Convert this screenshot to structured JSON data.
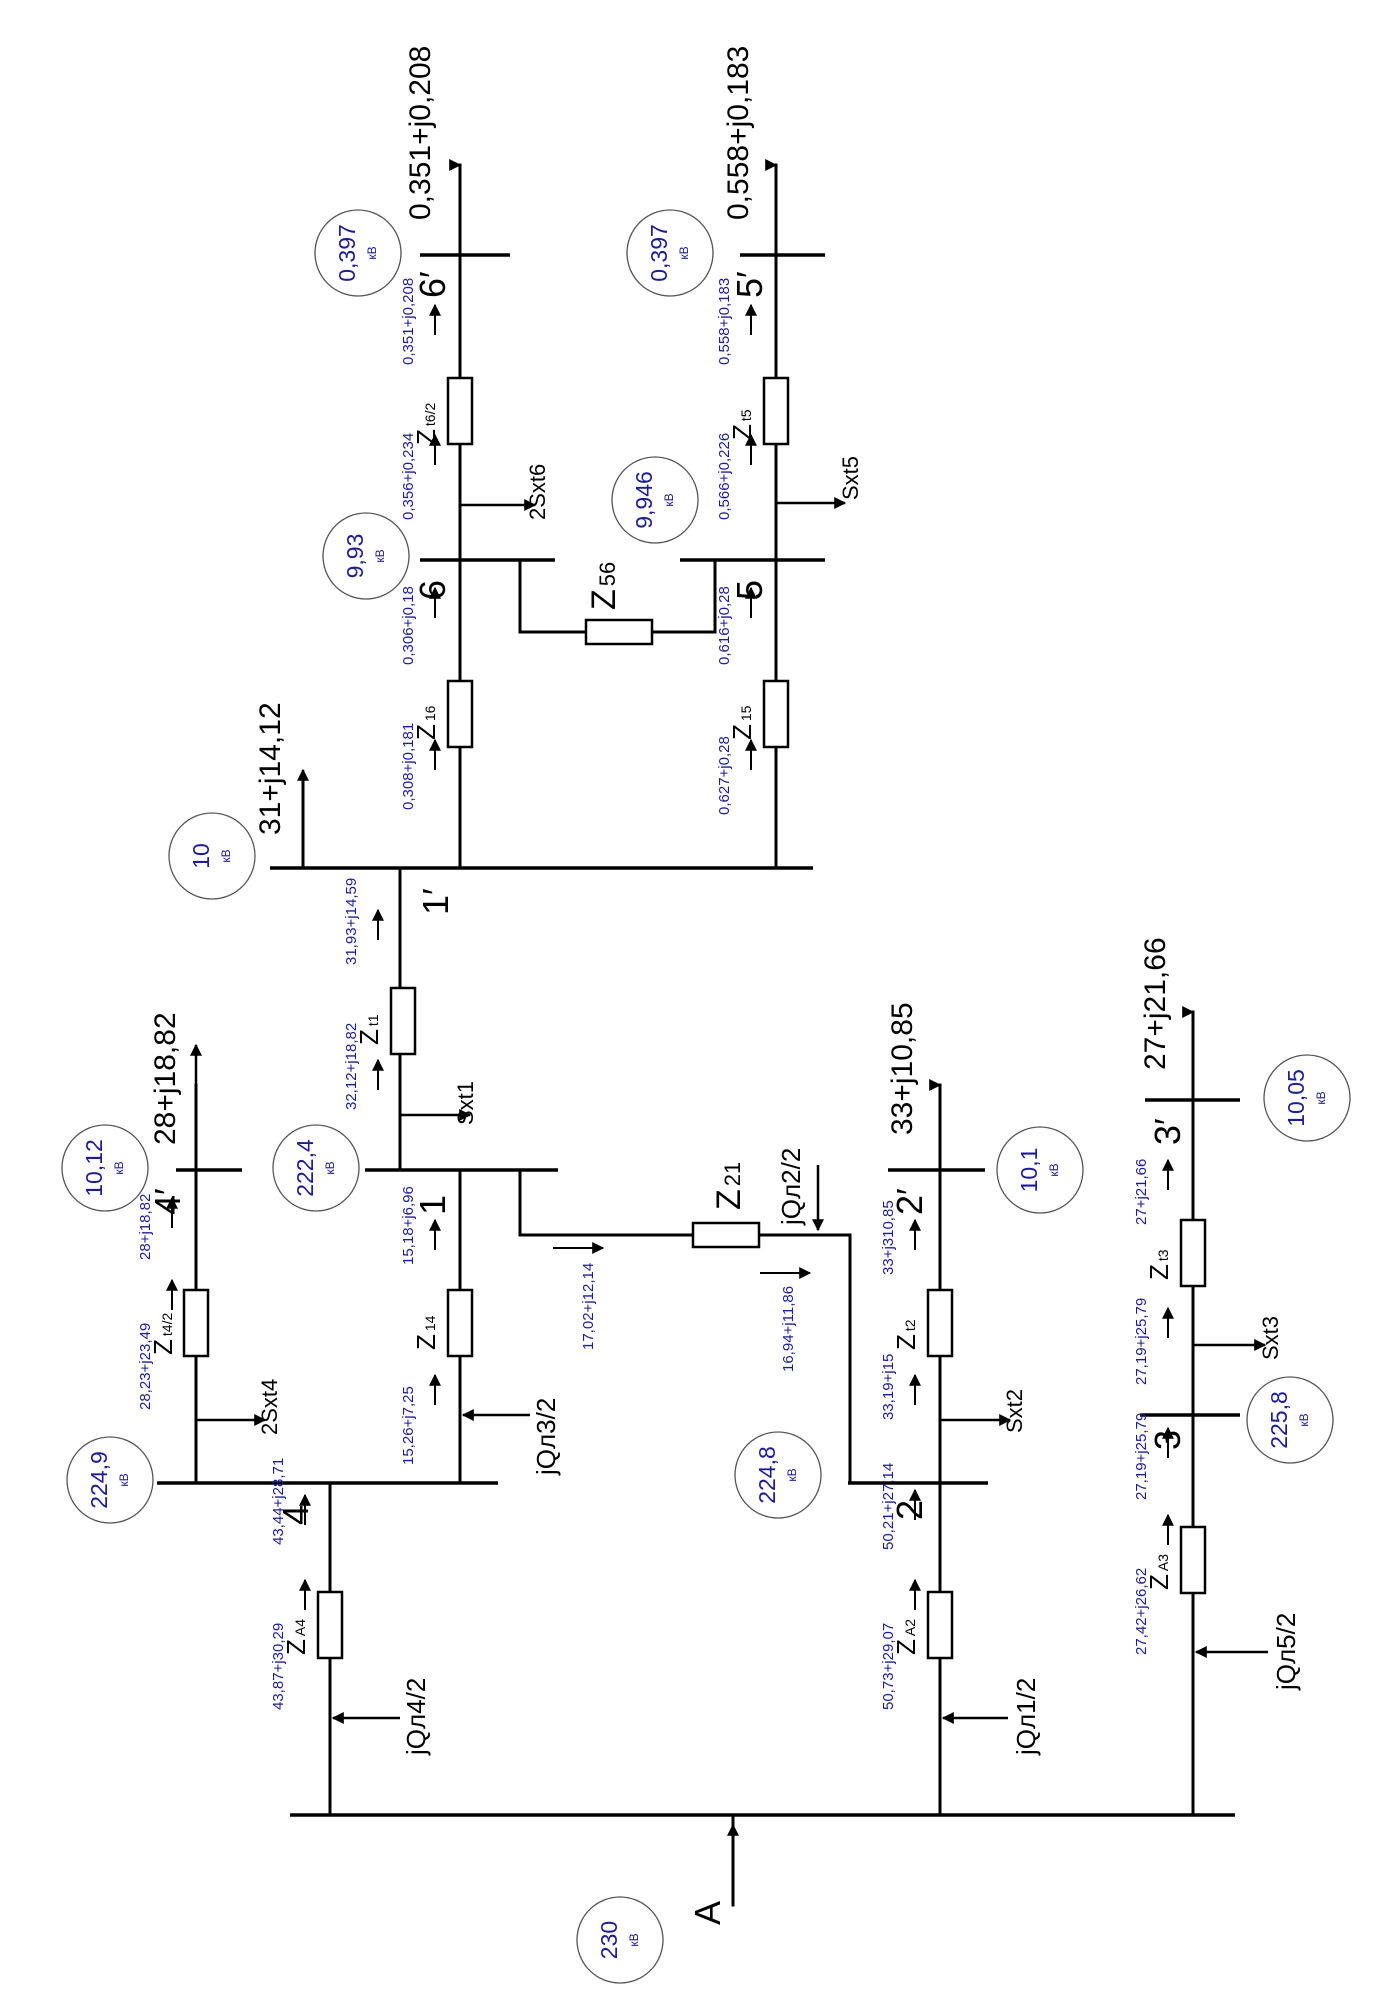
{
  "diagram": {
    "source_node": "A",
    "nodes": [
      "4",
      "1",
      "2",
      "3",
      "4′",
      "1′",
      "2′",
      "3′",
      "6",
      "5",
      "6′",
      "5′"
    ],
    "voltages": [
      {
        "value": "230",
        "unit": "кВ"
      },
      {
        "value": "224,9",
        "unit": "кВ"
      },
      {
        "value": "222,4",
        "unit": "кВ"
      },
      {
        "value": "10,12",
        "unit": "кВ"
      },
      {
        "value": "10",
        "unit": "кВ"
      },
      {
        "value": "9,93",
        "unit": "кВ"
      },
      {
        "value": "0,397",
        "unit": "кВ"
      },
      {
        "value": "9,946",
        "unit": "кВ"
      },
      {
        "value": "0,397",
        "unit": "кВ"
      },
      {
        "value": "224,8",
        "unit": "кВ"
      },
      {
        "value": "10,1",
        "unit": "кВ"
      },
      {
        "value": "225,8",
        "unit": "кВ"
      },
      {
        "value": "10,05",
        "unit": "кВ"
      }
    ],
    "loads": [
      "28+j18,82",
      "31+j14,12",
      "0,351+j0,208",
      "0,558+j0,183",
      "33+j10,85",
      "27+j21,66"
    ],
    "flows": [
      "43,87+j30,29",
      "43,44+j28,71",
      "28,23+j23,49",
      "28+j18,82",
      "15,26+j7,25",
      "15,18+j6,96",
      "32,12+j18,82",
      "31,93+j14,59",
      "0,308+j0,181",
      "0,306+j0,18",
      "0,356+j0,234",
      "0,351+j0,208",
      "0,627+j0,28",
      "0,616+j0,28",
      "0,566+j0,226",
      "0,558+j0,183",
      "17,02+j12,14",
      "16,94+j11,86",
      "50,73+j29,07",
      "50,21+j27,14",
      "33,19+j15",
      "33+j310,85",
      "27,42+j26,62",
      "27,19+j25,79",
      "27,19+j25,79",
      "27+j21,66"
    ],
    "impedances": [
      {
        "main": "Z",
        "sub": "A4"
      },
      {
        "main": "Z",
        "sub": "t4/2"
      },
      {
        "main": "Z",
        "sub": "14"
      },
      {
        "main": "Z",
        "sub": "t1"
      },
      {
        "main": "Z",
        "sub": "16"
      },
      {
        "main": "Z",
        "sub": "t6/2"
      },
      {
        "main": "Z",
        "sub": "15"
      },
      {
        "main": "Z",
        "sub": "t5"
      },
      {
        "main": "Z",
        "sub": "56"
      },
      {
        "main": "Z",
        "sub": "21"
      },
      {
        "main": "Z",
        "sub": "A2"
      },
      {
        "main": "Z",
        "sub": "t2"
      },
      {
        "main": "Z",
        "sub": "A3"
      },
      {
        "main": "Z",
        "sub": "t3"
      }
    ],
    "reactive_labels": [
      "jQл4/2",
      "jQл3/2",
      "jQл2/2",
      "jQл1/2",
      "jQл5/2"
    ],
    "idle_labels": [
      "2Sхt4",
      "Sхt1",
      "2Sхt6",
      "Sхt5",
      "Sхt2",
      "Sхt3"
    ]
  }
}
